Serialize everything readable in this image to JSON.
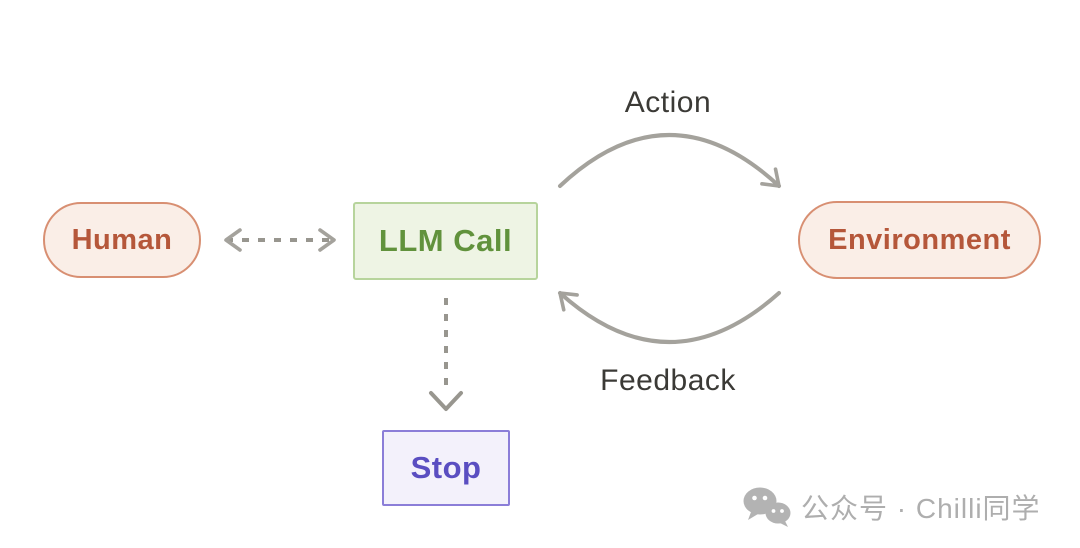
{
  "diagram": {
    "nodes": {
      "human": {
        "label": "Human"
      },
      "llm_call": {
        "label": "LLM Call"
      },
      "environment": {
        "label": "Environment"
      },
      "stop": {
        "label": "Stop"
      }
    },
    "edges": {
      "action": {
        "label": "Action",
        "from": "llm_call",
        "to": "environment",
        "style": "curved-solid-arrow"
      },
      "feedback": {
        "label": "Feedback",
        "from": "environment",
        "to": "llm_call",
        "style": "curved-solid-arrow"
      },
      "human_llm": {
        "label": "",
        "from": "human",
        "to": "llm_call",
        "style": "dashed-double-arrow"
      },
      "llm_stop": {
        "label": "",
        "from": "llm_call",
        "to": "stop",
        "style": "dashed-arrow"
      }
    },
    "colors": {
      "human_env_fill": "#faeee7",
      "human_env_border": "#d88f72",
      "human_env_text": "#b5573a",
      "llm_fill": "#eef4e4",
      "llm_border": "#b7d49c",
      "llm_text": "#61923c",
      "stop_fill": "#f3f1fb",
      "stop_border": "#8b7ed8",
      "stop_text": "#5a4ec1",
      "arrow_gray": "#a4a29c",
      "edge_label_text": "#3b3a36",
      "watermark_gray": "#aeaeae",
      "background": "#ffffff"
    }
  },
  "watermark": {
    "icon": "wechat-icon",
    "text": "公众号 · Chilli同学"
  }
}
